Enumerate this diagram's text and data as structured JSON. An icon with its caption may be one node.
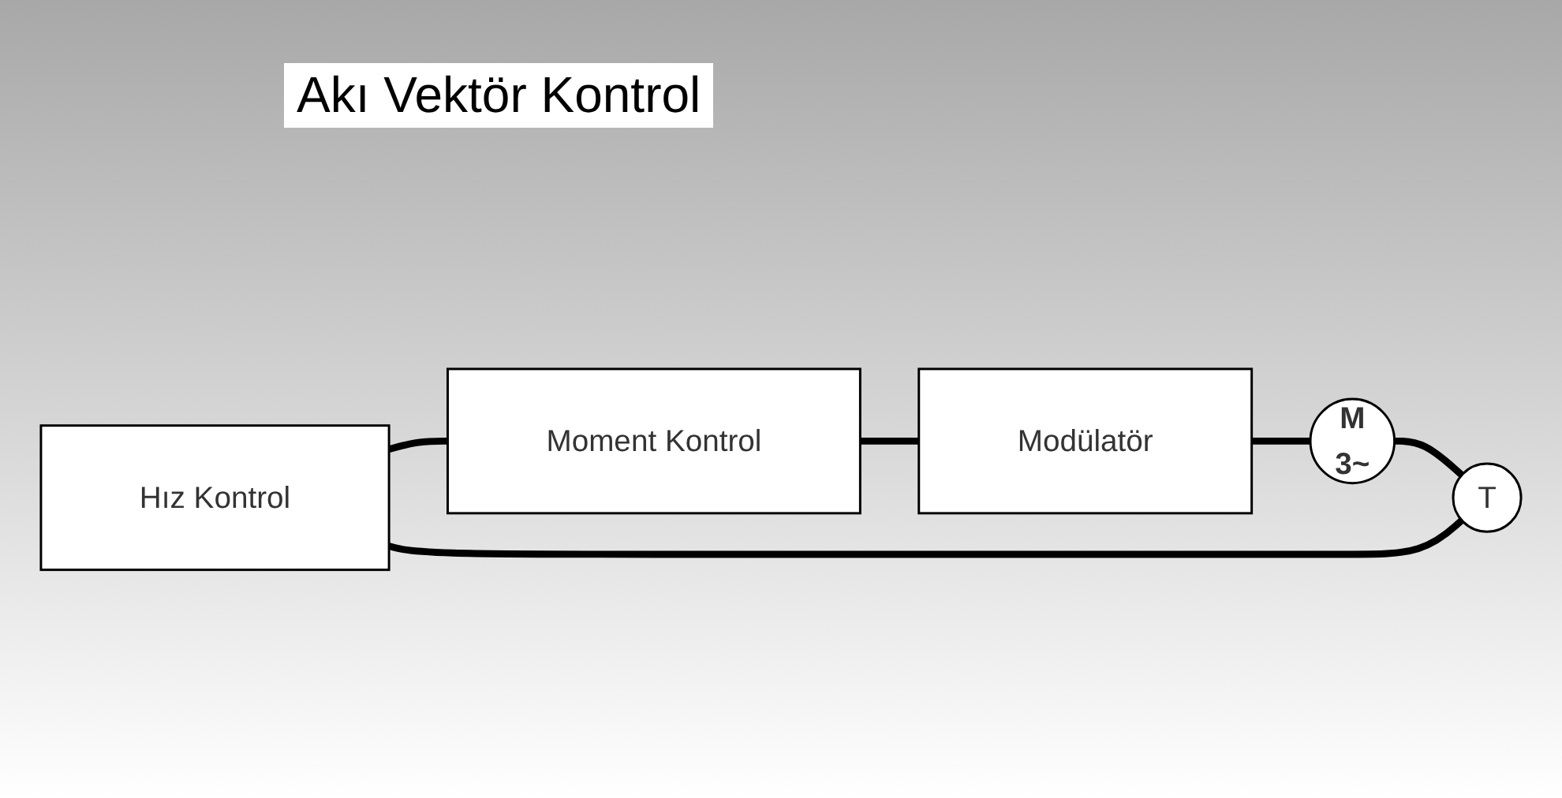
{
  "diagram": {
    "title": "Akı Vektör Kontrol",
    "nodes": [
      {
        "text": [
          "Hız Kontrol"
        ]
      },
      {
        "text": [
          "Moment Kontrol"
        ]
      },
      {
        "text": [
          "Modülatör"
        ]
      },
      {
        "text": [
          "M",
          "3~"
        ]
      },
      {
        "text": [
          "T"
        ]
      }
    ],
    "edges": [
      {
        "from": 0,
        "to": 1,
        "arrow": "none"
      },
      {
        "from": 1,
        "to": 2,
        "arrow": "none"
      },
      {
        "from": 2,
        "to": 3,
        "arrow": "none"
      },
      {
        "from": 3,
        "to": 4,
        "arrow": "none"
      },
      {
        "from": 0,
        "to": 4,
        "arrow": "none"
      }
    ]
  }
}
